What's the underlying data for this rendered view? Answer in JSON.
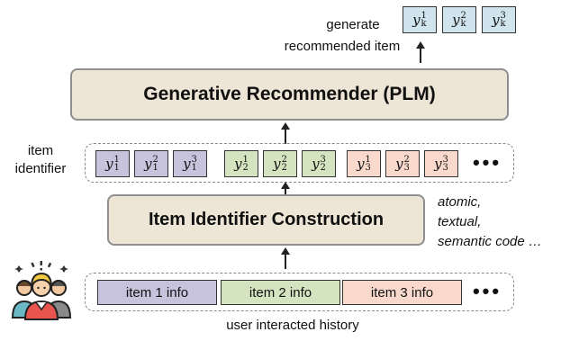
{
  "top": {
    "generate_line1": "generate",
    "generate_line2": "recommended item",
    "output_tokens": [
      {
        "base": "y",
        "sub": "k",
        "sup": "1"
      },
      {
        "base": "y",
        "sub": "k",
        "sup": "2"
      },
      {
        "base": "y",
        "sub": "k",
        "sup": "3"
      }
    ]
  },
  "recommender": {
    "title": "Generative Recommender (PLM)"
  },
  "identifier_row": {
    "label_line1": "item",
    "label_line2": "identifier",
    "groups": [
      {
        "tokens": [
          {
            "base": "y",
            "sub": "1",
            "sup": "1"
          },
          {
            "base": "y",
            "sub": "1",
            "sup": "2"
          },
          {
            "base": "y",
            "sub": "1",
            "sup": "3"
          }
        ]
      },
      {
        "tokens": [
          {
            "base": "y",
            "sub": "2",
            "sup": "1"
          },
          {
            "base": "y",
            "sub": "2",
            "sup": "2"
          },
          {
            "base": "y",
            "sub": "2",
            "sup": "3"
          }
        ]
      },
      {
        "tokens": [
          {
            "base": "y",
            "sub": "3",
            "sup": "1"
          },
          {
            "base": "y",
            "sub": "3",
            "sup": "2"
          },
          {
            "base": "y",
            "sub": "3",
            "sup": "3"
          }
        ]
      }
    ],
    "ellipsis": "•••"
  },
  "construction": {
    "title": "Item Identifier Construction",
    "note_line1": "atomic,",
    "note_line2": "textual,",
    "note_line3": "semantic code …"
  },
  "history": {
    "items": [
      "item 1 info",
      "item 2 info",
      "item 3 info"
    ],
    "ellipsis": "•••",
    "caption": "user interacted history"
  },
  "colors": {
    "box_fill": "#ede6d6",
    "purple": "#c7c3dd",
    "green": "#d5e4c0",
    "pink": "#f8d9cc",
    "blue": "#cfe4ec"
  },
  "icons": {
    "users": "users-group-icon"
  }
}
